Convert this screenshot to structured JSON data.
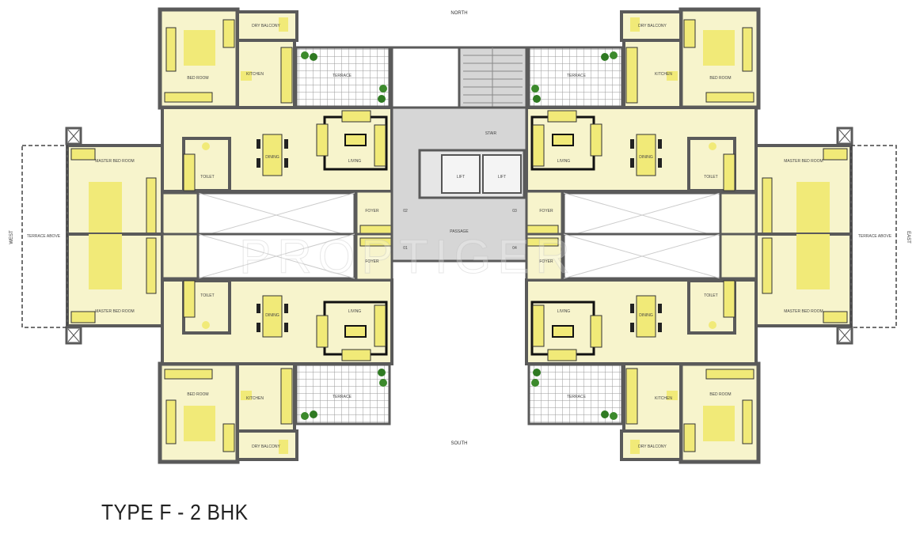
{
  "title": "TYPE F - 2 BHK",
  "watermark": "PROPTIGER",
  "directions": {
    "north": "NORTH",
    "south": "SOUTH",
    "east": "EAST",
    "west": "WEST"
  },
  "rooms": {
    "bed_room": "BED ROOM",
    "master_bed_room": "MASTER BED ROOM",
    "kitchen": "KITCHEN",
    "dry_balcony": "DRY BALCONY",
    "terrace": "TERRACE",
    "living": "LIVING",
    "dining": "DINING",
    "toilet": "TOILET",
    "foyer": "FOYER",
    "terrace_above": "TERRACE ABOVE"
  },
  "core": {
    "lift": "LIFT",
    "stair": "STAIR",
    "passage": "PASSAGE"
  },
  "units": [
    "01",
    "02",
    "03",
    "04"
  ],
  "colors": {
    "floor": "#f7f4cc",
    "furniture": "#f1ea78",
    "wall": "#5a5a5a",
    "core": "#d6d6d6"
  }
}
